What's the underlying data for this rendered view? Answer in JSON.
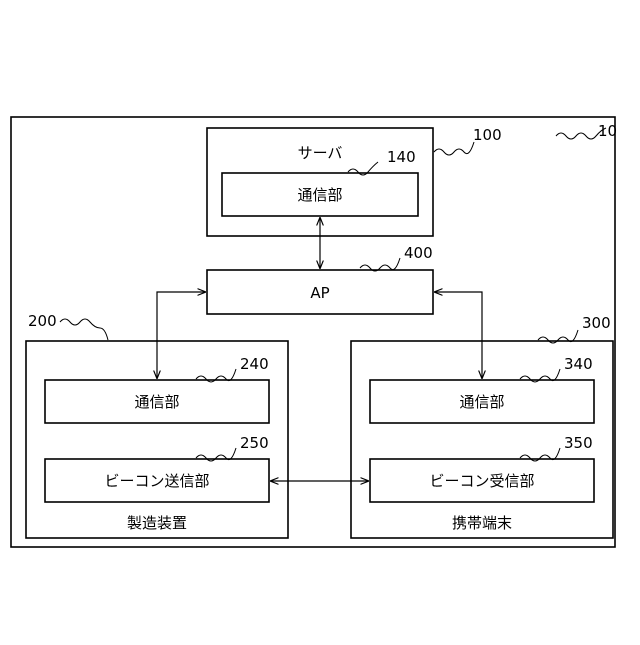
{
  "system": {
    "ref": "10"
  },
  "server": {
    "title": "サーバ",
    "ref": "100",
    "comm": {
      "label": "通信部",
      "ref": "140"
    }
  },
  "ap": {
    "label": "AP",
    "ref": "400"
  },
  "manufacturing_device": {
    "name": "製造装置",
    "ref": "200",
    "comm": {
      "label": "通信部",
      "ref": "240"
    },
    "beacon": {
      "label": "ビーコン送信部",
      "ref": "250"
    }
  },
  "mobile_terminal": {
    "name": "携帯端末",
    "ref": "300",
    "comm": {
      "label": "通信部",
      "ref": "340"
    },
    "beacon": {
      "label": "ビーコン受信部",
      "ref": "350"
    }
  }
}
